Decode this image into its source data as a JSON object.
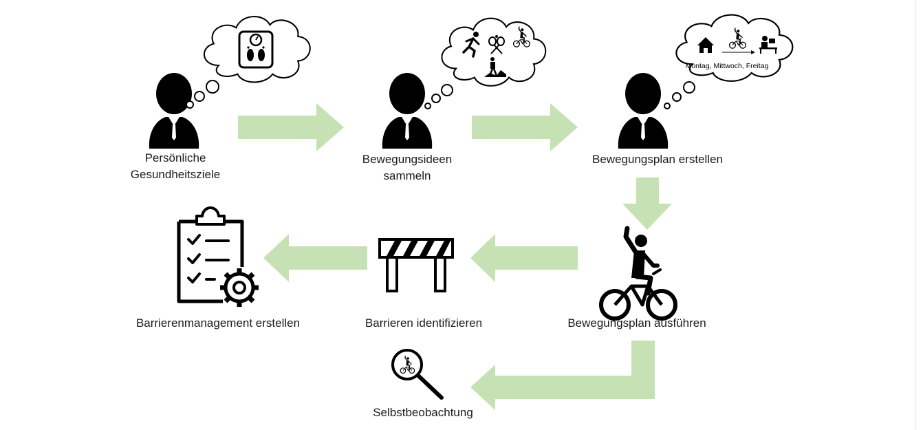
{
  "colors": {
    "arrow": "#c6e2b5",
    "icon": "#000000",
    "text": "#1a1a1a",
    "background": "#ffffff"
  },
  "steps": {
    "goals": {
      "line1": "Persönliche",
      "line2": "Gesundheitsziele",
      "thought_icon": "bathroom-scale-icon"
    },
    "ideas": {
      "line1": "Bewegungsideen",
      "line2": "sammeln",
      "thought_icons": [
        "runner-icon",
        "tennis-rackets-icon",
        "cyclist-icon",
        "hiker-icon"
      ]
    },
    "plan": {
      "label": "Bewegungsplan erstellen",
      "thought_icons": [
        "house-icon",
        "cyclist-icon",
        "office-worker-icon"
      ],
      "thought_text": "Montag, Mittwoch, Freitag"
    },
    "execute": {
      "label": "Bewegungsplan ausführen",
      "icon": "cyclist-icon"
    },
    "barriers": {
      "label": "Barrieren identifizieren",
      "icon": "barrier-icon"
    },
    "management": {
      "label": "Barrierenmanagement erstellen",
      "icon": "clipboard-gear-icon"
    },
    "observe": {
      "label": "Selbstbeobachtung",
      "icon": "magnifier-cyclist-icon"
    }
  }
}
